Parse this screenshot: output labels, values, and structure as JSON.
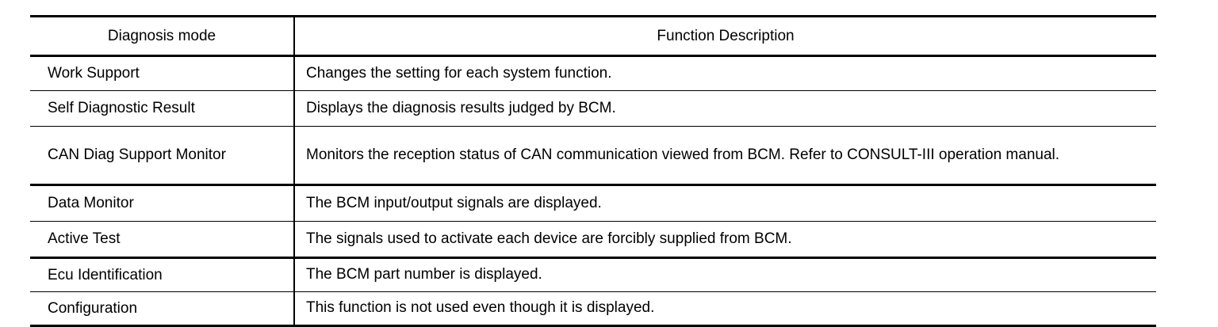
{
  "table": {
    "headers": {
      "mode": "Diagnosis mode",
      "description": "Function Description"
    },
    "rows": [
      {
        "mode": "Work Support",
        "description": "Changes the setting for each system function."
      },
      {
        "mode": "Self Diagnostic Result",
        "description": "Displays the diagnosis results judged by BCM."
      },
      {
        "mode": "CAN Diag Support Monitor",
        "description": "Monitors the reception status of CAN communication viewed from BCM. Refer to CONSULT-III operation manual."
      },
      {
        "mode": "Data Monitor",
        "description": "The BCM input/output signals are displayed."
      },
      {
        "mode": "Active Test",
        "description": "The signals used to activate each device are forcibly supplied from BCM."
      },
      {
        "mode": "Ecu Identification",
        "description": "The BCM part number is displayed."
      },
      {
        "mode": "Configuration",
        "description": "This function is not used even though it is displayed."
      }
    ]
  }
}
